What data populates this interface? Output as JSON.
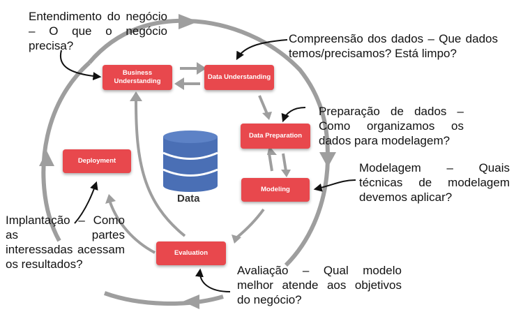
{
  "phases": {
    "business_understanding": "Business Understanding",
    "data_understanding": "Data Understanding",
    "data_preparation": "Data Preparation",
    "modeling": "Modeling",
    "evaluation": "Evaluation",
    "deployment": "Deployment"
  },
  "center_label": "Data",
  "annotations": {
    "business": "Entendimento do negócio – O que o negócio precisa?",
    "data_understanding": "Compreensão dos dados – Que dados temos/precisamos? Está limpo?",
    "data_preparation": "Preparação de dados – Como organizamos os dados para modelagem?",
    "modeling": "Modelagem – Quais técnicas de modelagem devemos aplicar?",
    "deployment": "Implantação – Como as partes interessadas acessam os resultados?",
    "evaluation": "Avaliação – Qual modelo melhor atende aos objetivos do negócio?"
  },
  "colors": {
    "phase_box": "#e8484d",
    "arrows": "#9e9e9e",
    "database": "#4a6fb5",
    "text": "#111111"
  }
}
